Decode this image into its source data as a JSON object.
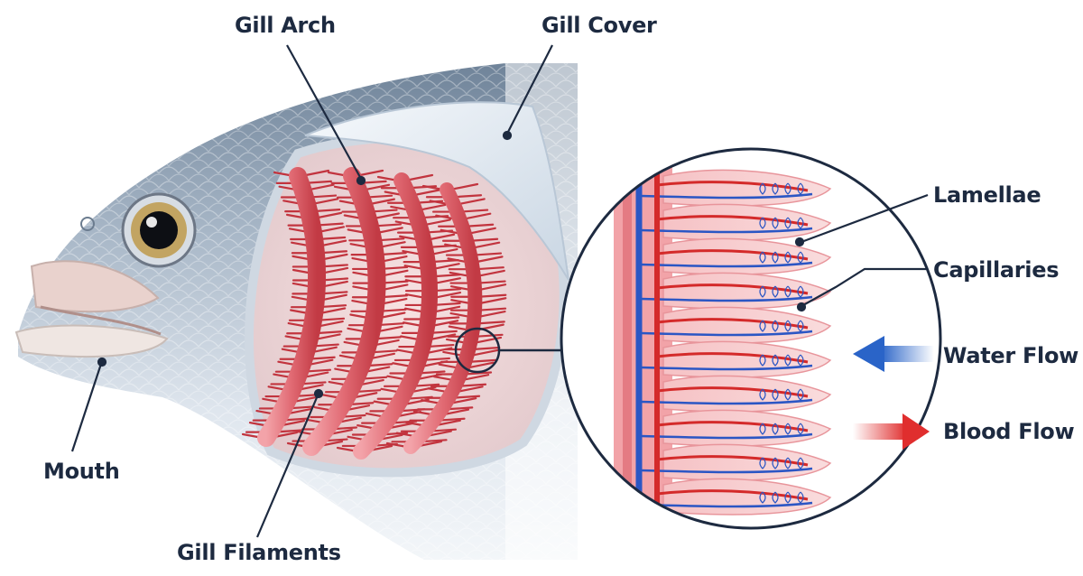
{
  "labels": {
    "gill_arch": "Gill Arch",
    "gill_cover": "Gill Cover",
    "lamellae": "Lamellae",
    "capillaries": "Capillaries",
    "water_flow": "Water Flow",
    "blood_flow": "Blood Flow",
    "mouth": "Mouth",
    "gill_filaments": "Gill Filaments"
  },
  "colors": {
    "label_text": "#1d2a40",
    "leader_line": "#1d2a40",
    "water_arrow": "#2a64c8",
    "blood_arrow": "#e02e2e",
    "vein_blue": "#2b56c4",
    "artery_red": "#d42a2a",
    "gill_red": "#d6424c",
    "lamella_pink": "#f0b0b4",
    "fish_silver": "#8fa2b6"
  }
}
